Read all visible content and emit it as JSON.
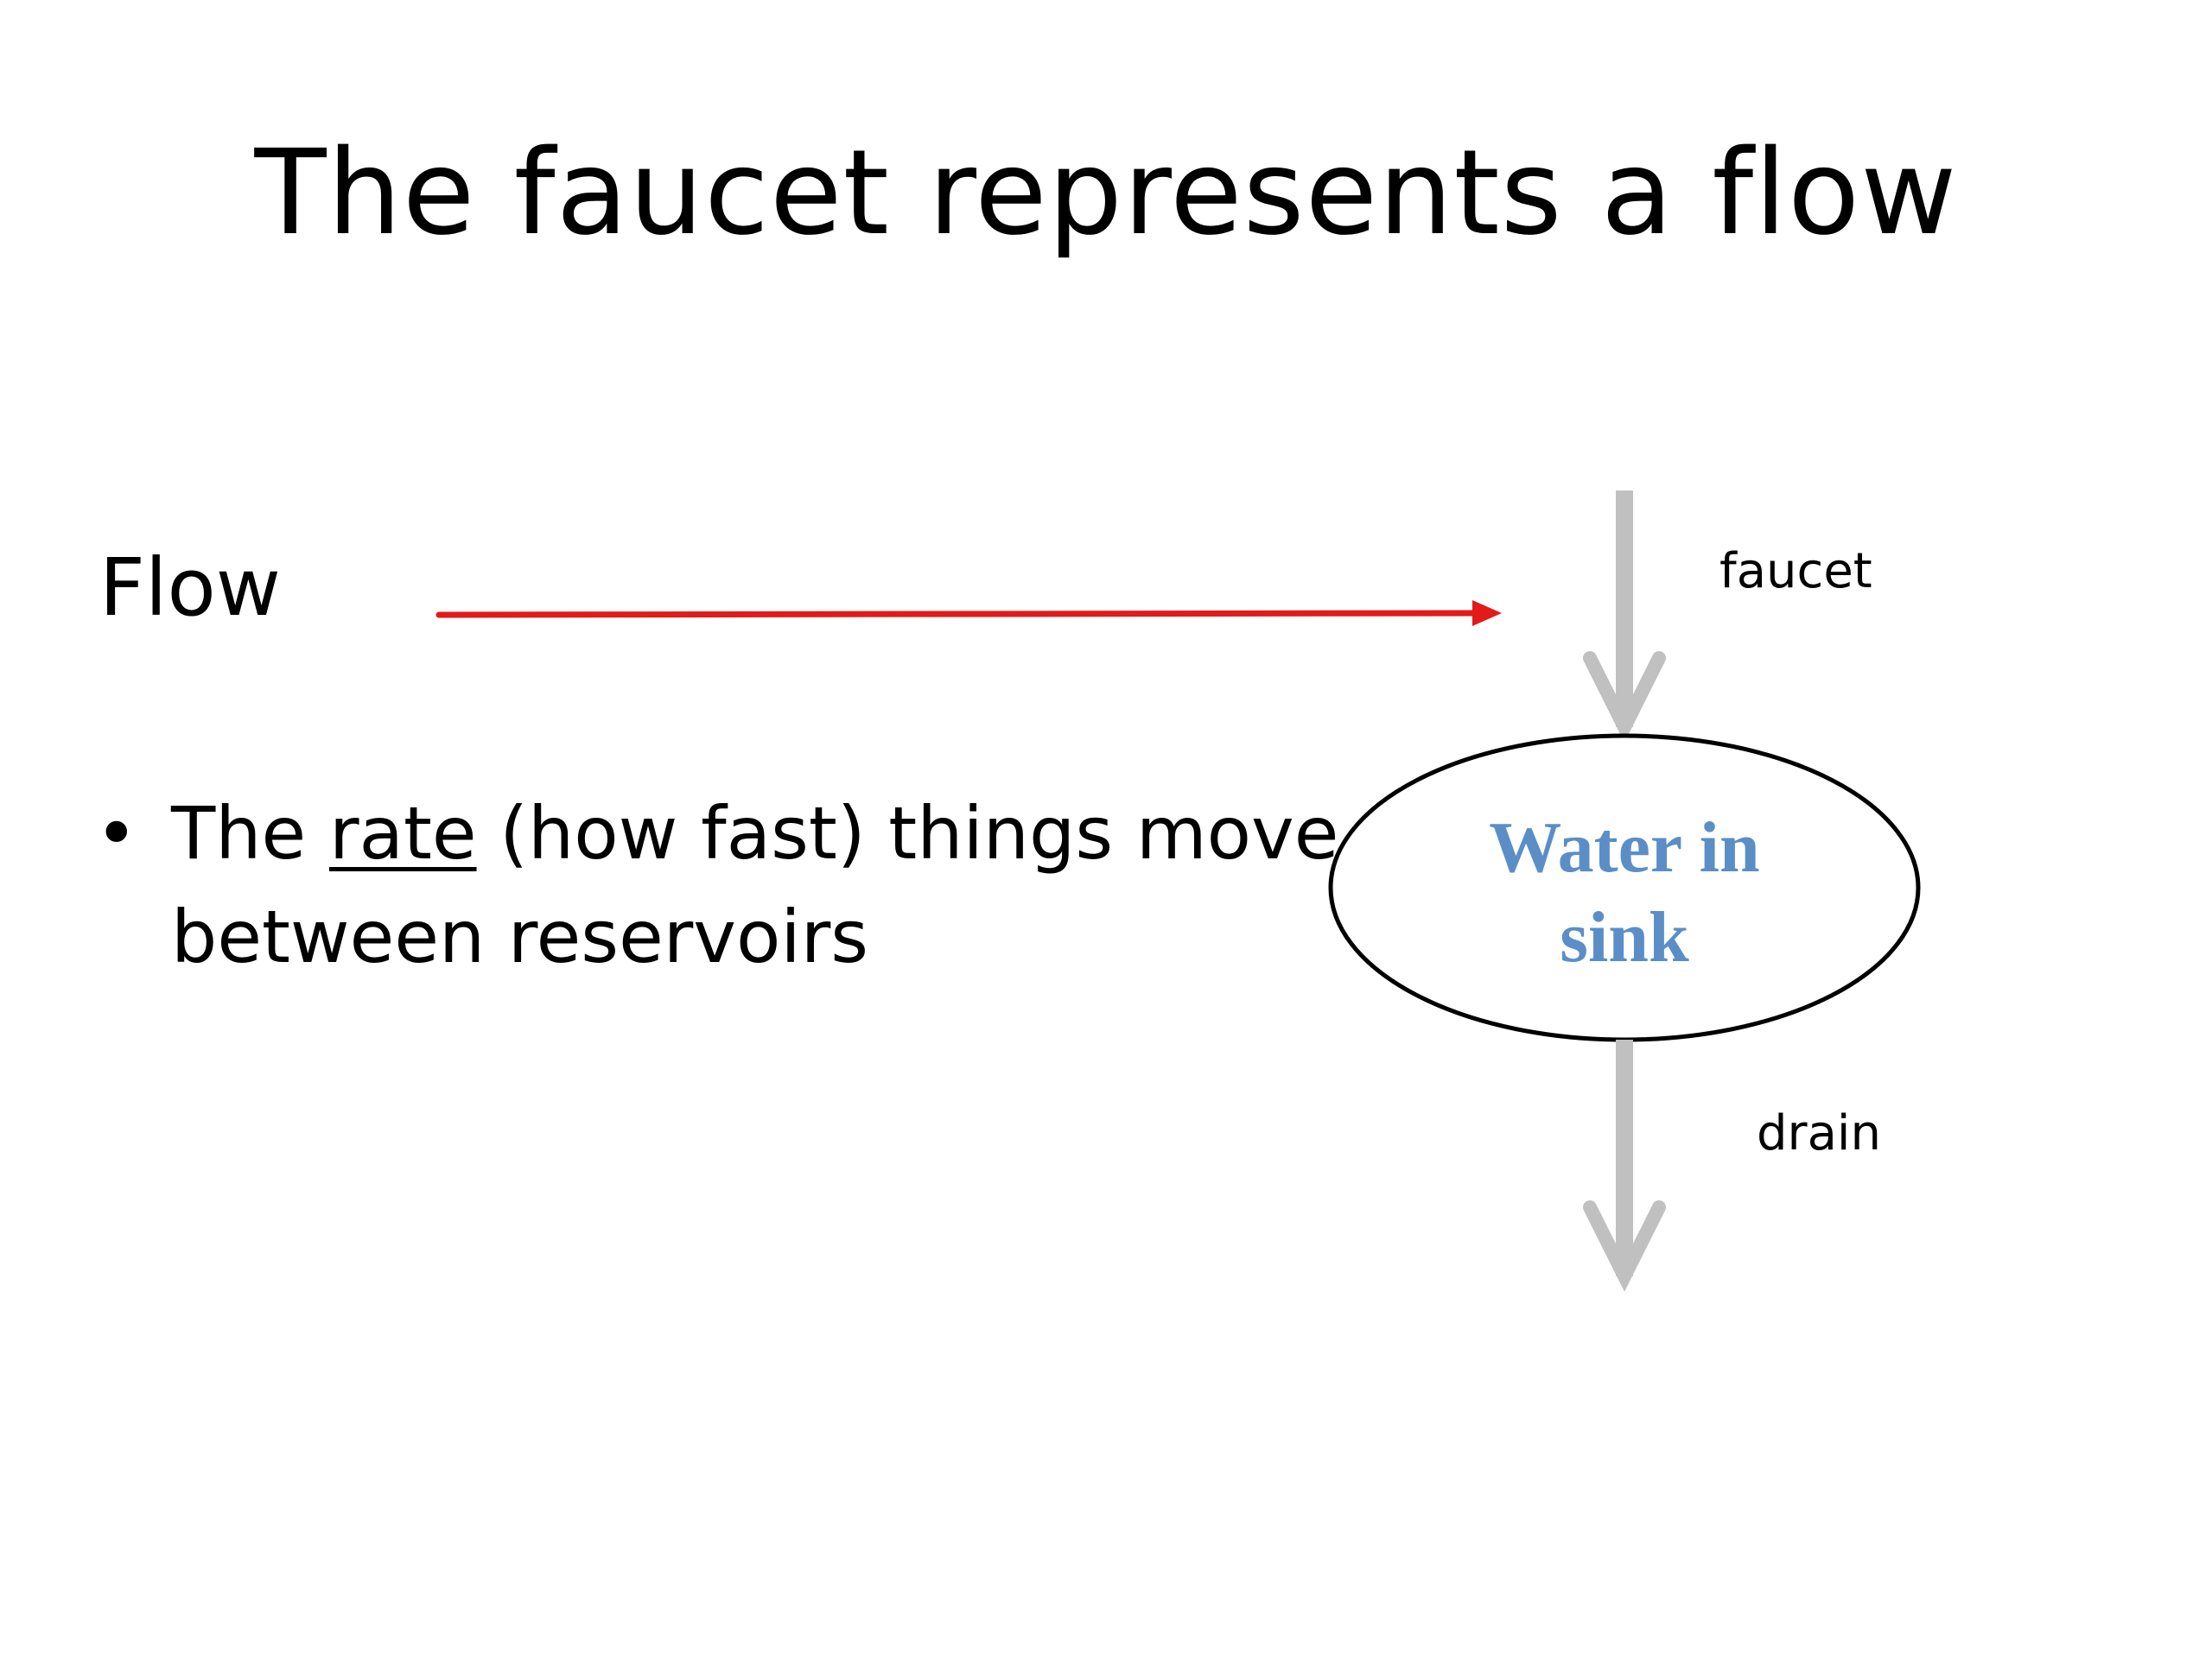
{
  "slide": {
    "title": "The faucet represents a flow",
    "flow_label": "Flow",
    "bullet": {
      "symbol": "•",
      "line1_before": "The ",
      "line1_underlined": "rate",
      "line1_after": " (how fast) things move",
      "line2": "between reservoirs"
    }
  },
  "diagram": {
    "reservoir_line1": "Water in",
    "reservoir_line2": "sink",
    "faucet_label": "faucet",
    "drain_label": "drain",
    "colors": {
      "pointer_arrow": "#e21a1a",
      "flow_arrows": "#c0c0c0",
      "reservoir_text": "#5b8ec7",
      "ellipse_stroke": "#000000"
    }
  }
}
